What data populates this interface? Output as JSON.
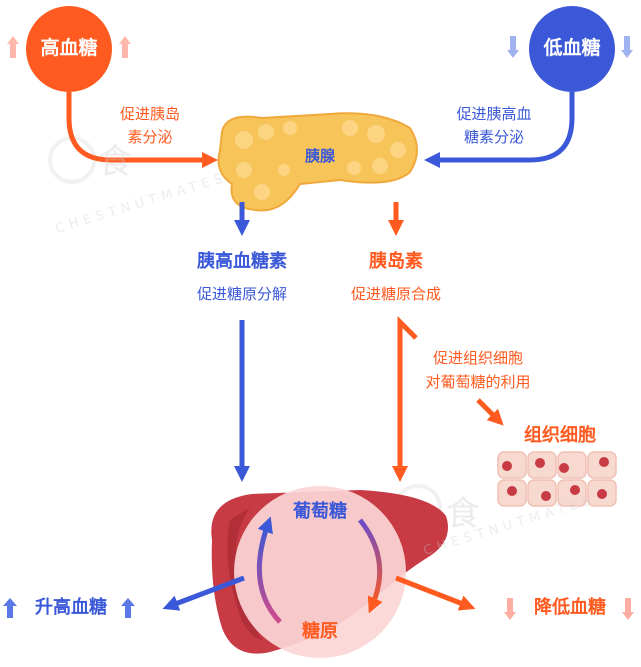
{
  "nodes": {
    "high_sugar": "高血糖",
    "low_sugar": "低血糖",
    "pancreas": "胰腺",
    "glucagon": "胰高血糖素",
    "insulin": "胰岛素",
    "tissue_cells": "组织细胞",
    "glucose": "葡萄糖",
    "glycogen": "糖原",
    "raise_sugar": "升高血糖",
    "lower_sugar": "降低血糖"
  },
  "edges": {
    "high_to_pancreas": [
      "促进胰岛",
      "素分泌"
    ],
    "low_to_pancreas": [
      "促进胰高血",
      "糖素分泌"
    ],
    "glucagon_effect": "促进糖原分解",
    "insulin_effect": "促进糖原合成",
    "insulin_to_cells": [
      "促进组织细胞",
      "对葡萄糖的利用"
    ]
  },
  "watermark": {
    "brand_cn": "食",
    "brand_en": "CHESTNUTMATES"
  },
  "colors": {
    "orange": "#ff5a1f",
    "blue": "#3a58d8",
    "pancreas": "#f7c45a",
    "liver": "#c83a44",
    "cell": "#f7d9cf"
  }
}
